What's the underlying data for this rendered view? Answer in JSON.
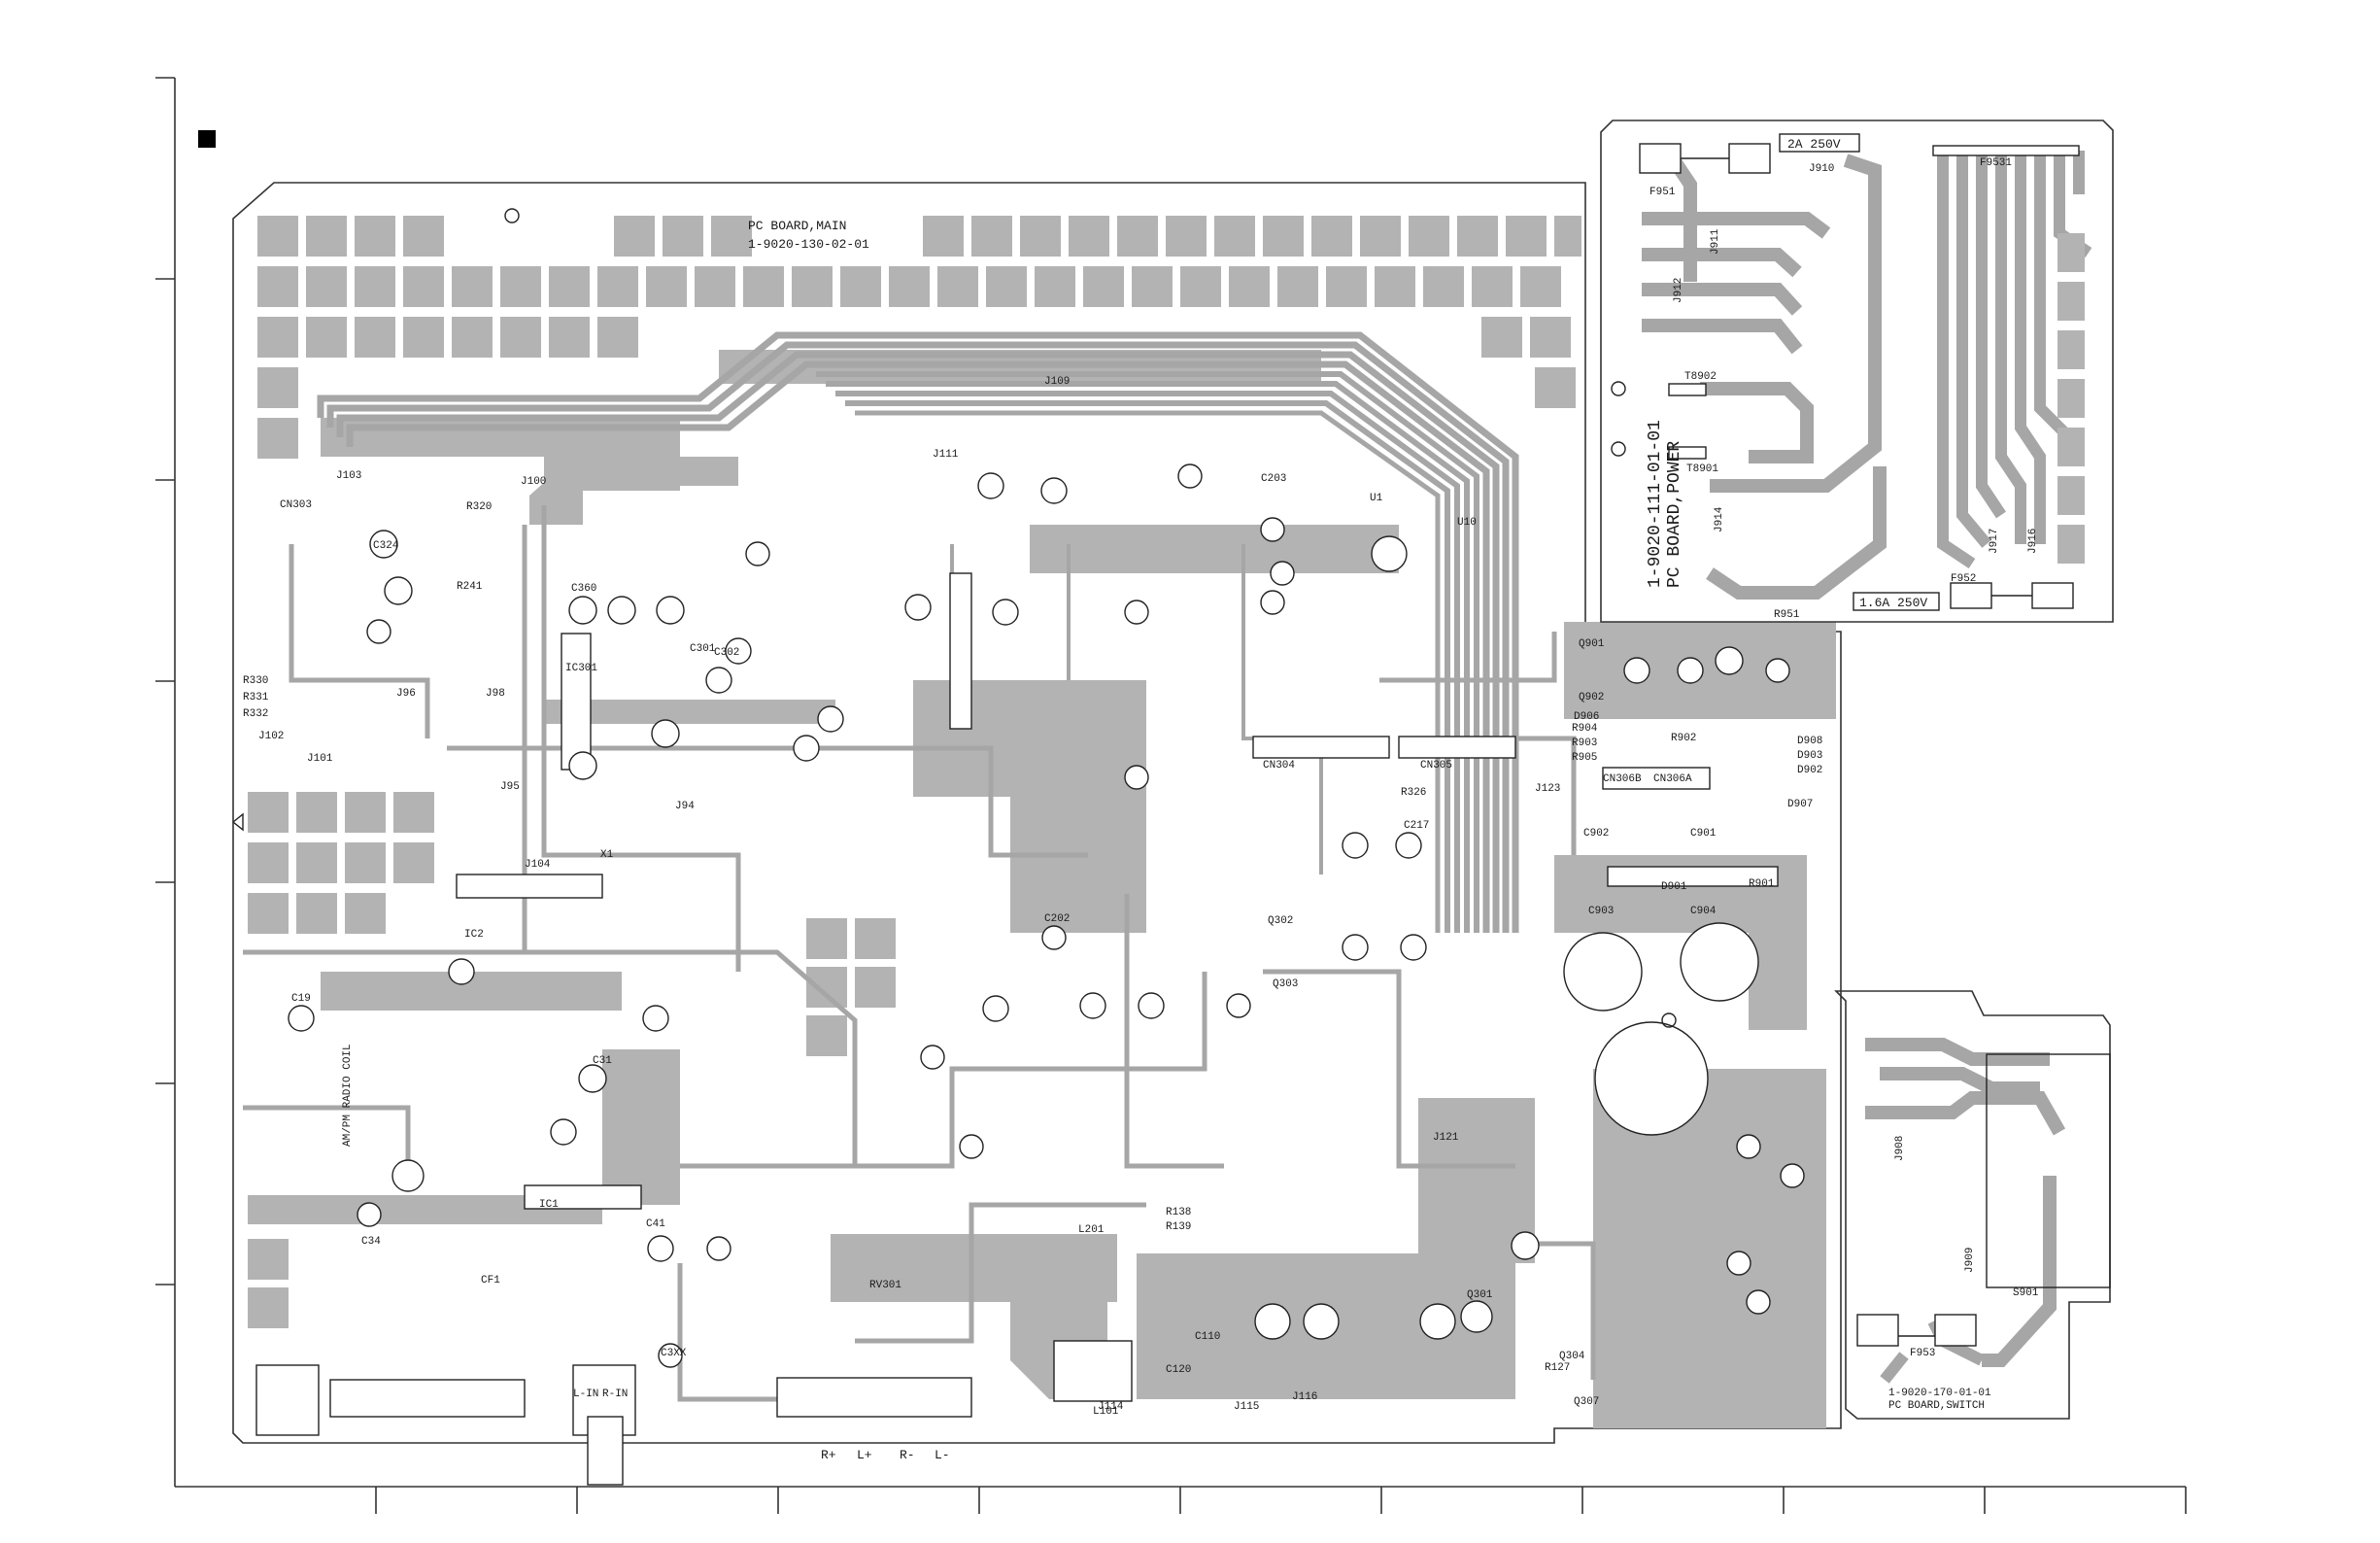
{
  "main_board": {
    "name": "PC BOARD,MAIN",
    "part_number": "1-9020-130-02-01",
    "output_labels": [
      "R+",
      "L+",
      "R-",
      "L-"
    ],
    "input_labels": [
      "L-IN",
      "R-IN"
    ],
    "component_labels": [
      "CN303",
      "CN304",
      "CN305",
      "CN306A",
      "CN306B",
      "IC301",
      "IC2",
      "IC1",
      "C302",
      "C324",
      "C360",
      "C301",
      "C31",
      "C41",
      "C34",
      "C19",
      "C202",
      "C217",
      "C203",
      "C110",
      "C120",
      "C903",
      "C904",
      "C902",
      "C901",
      "R320",
      "R241",
      "R330",
      "R331",
      "R332",
      "R902",
      "R904",
      "R905",
      "R903",
      "R326",
      "R138",
      "R139",
      "R127",
      "R901",
      "Q301",
      "Q302",
      "Q303",
      "Q304",
      "Q307",
      "Q901",
      "Q902",
      "D901",
      "D902",
      "D903",
      "D906",
      "D907",
      "D908",
      "J94",
      "J95",
      "J96",
      "J98",
      "J100",
      "J101",
      "J102",
      "J103",
      "J104",
      "J109",
      "J111",
      "J114",
      "J115",
      "J116",
      "J121",
      "J123",
      "L101",
      "L201",
      "X1",
      "RV301",
      "CF1",
      "C3XX",
      "AM/PM RADIO COIL",
      "U1",
      "U10"
    ]
  },
  "power_board": {
    "name": "PC BOARD,POWER",
    "part_number": "1-9020-111-01-01",
    "fuse_top": "2A 250V",
    "fuse_bottom": "1.6A 250V",
    "component_labels": [
      "F951",
      "F952",
      "F9531",
      "J910",
      "J911",
      "J912",
      "J914",
      "J916",
      "J917",
      "T8902",
      "T8901",
      "R951"
    ]
  },
  "switch_board": {
    "name": "PC BOARD,SWITCH",
    "part_number": "1-9020-170-01-01",
    "component_labels": [
      "F953",
      "S901",
      "J908",
      "J909"
    ]
  },
  "icons": {
    "marker": "filled-square-marker-icon",
    "edge_arrow": "left-triangle-arrow-icon",
    "mount_holes": "mounting-hole-icon"
  },
  "colors": {
    "copper": "#b3b3b3",
    "outline": "#333333",
    "background": "#ffffff"
  }
}
